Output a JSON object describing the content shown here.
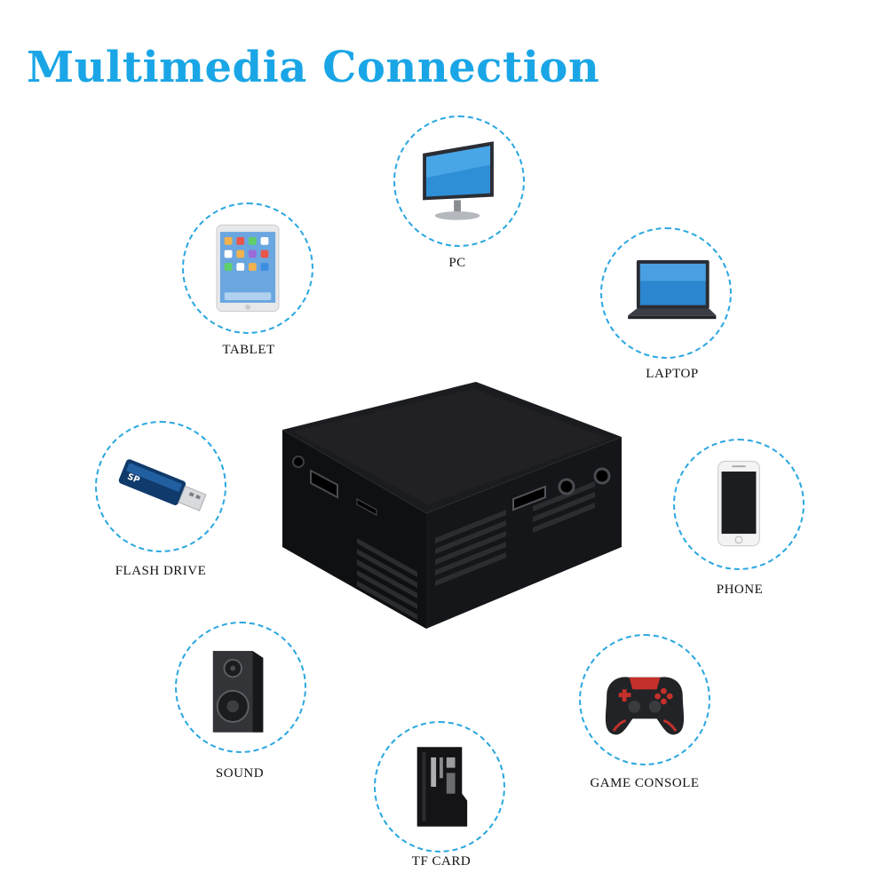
{
  "title": "Multimedia Connection",
  "accent_color": "#1aa6e6",
  "devices": [
    {
      "id": "pc",
      "label": "PC",
      "icon": "monitor-icon"
    },
    {
      "id": "tablet",
      "label": "TABLET",
      "icon": "tablet-icon"
    },
    {
      "id": "laptop",
      "label": "LAPTOP",
      "icon": "laptop-icon"
    },
    {
      "id": "flash_drive",
      "label": "FLASH DRIVE",
      "icon": "usb-drive-icon"
    },
    {
      "id": "phone",
      "label": "PHONE",
      "icon": "smartphone-icon"
    },
    {
      "id": "sound",
      "label": "SOUND",
      "icon": "speaker-icon"
    },
    {
      "id": "game_console",
      "label": "GAME CONSOLE",
      "icon": "gamepad-icon"
    },
    {
      "id": "tf_card",
      "label": "TF CARD",
      "icon": "microsd-card-icon"
    }
  ],
  "projector": {
    "icon": "mini-projector-icon",
    "port_icons": [
      "hdmi-port-icon",
      "tf-slot-icon",
      "usb-port-icon",
      "audio-jack-icon",
      "power-jack-icon"
    ]
  }
}
